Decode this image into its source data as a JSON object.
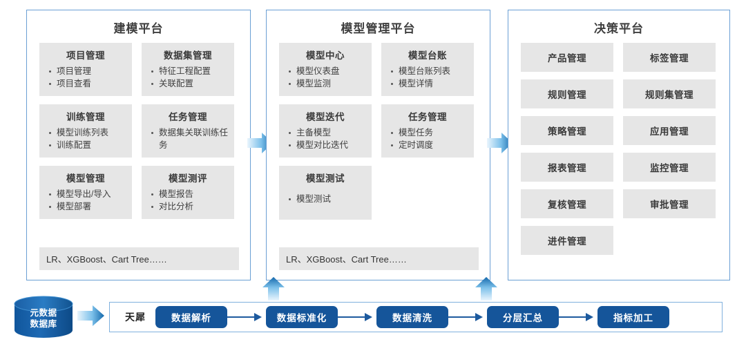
{
  "panels": [
    {
      "id": "modeling",
      "title": "建模平台",
      "cards": [
        {
          "title": "项目管理",
          "items": [
            "项目管理",
            "项目查看"
          ]
        },
        {
          "title": "数据集管理",
          "items": [
            "特征工程配置",
            "关联配置"
          ]
        },
        {
          "title": "训练管理",
          "items": [
            "模型训练列表",
            "训练配置"
          ]
        },
        {
          "title": "任务管理",
          "items": [
            "数据集关联训练任务"
          ]
        },
        {
          "title": "模型管理",
          "items": [
            "模型导出/导入",
            "模型部署"
          ]
        },
        {
          "title": "模型测评",
          "items": [
            "模型报告",
            "对比分析"
          ]
        }
      ],
      "algorithms": "LR、XGBoost、Cart Tree……"
    },
    {
      "id": "model-mgmt",
      "title": "模型管理平台",
      "cards": [
        {
          "title": "模型中心",
          "items": [
            "模型仪表盘",
            "模型监测"
          ]
        },
        {
          "title": "模型台账",
          "items": [
            "模型台账列表",
            "模型详情"
          ]
        },
        {
          "title": "模型迭代",
          "items": [
            "主备模型",
            "模型对比迭代"
          ]
        },
        {
          "title": "任务管理",
          "items": [
            "模型任务",
            "定时调度"
          ]
        },
        {
          "title": "模型测试",
          "items": [
            "模型测试"
          ]
        }
      ],
      "algorithms": "LR、XGBoost、Cart Tree……"
    },
    {
      "id": "decision",
      "title": "决策平台",
      "tiles": [
        "产品管理",
        "标签管理",
        "规则管理",
        "规则集管理",
        "策略管理",
        "应用管理",
        "报表管理",
        "监控管理",
        "复核管理",
        "审批管理",
        "进件管理"
      ]
    }
  ],
  "pipeline": {
    "datastore": {
      "line1": "元数据",
      "line2": "数据库"
    },
    "label": "天犀",
    "stages": [
      "数据解析",
      "数据标准化",
      "数据清洗",
      "分层汇总",
      "指标加工"
    ]
  },
  "colors": {
    "panel_border": "#6a9fd4",
    "card_bg": "#e6e6e6",
    "pill_blue": "#15559a",
    "arrow_blue": "#2a7fc9",
    "cylinder_blue": "#15559a"
  }
}
